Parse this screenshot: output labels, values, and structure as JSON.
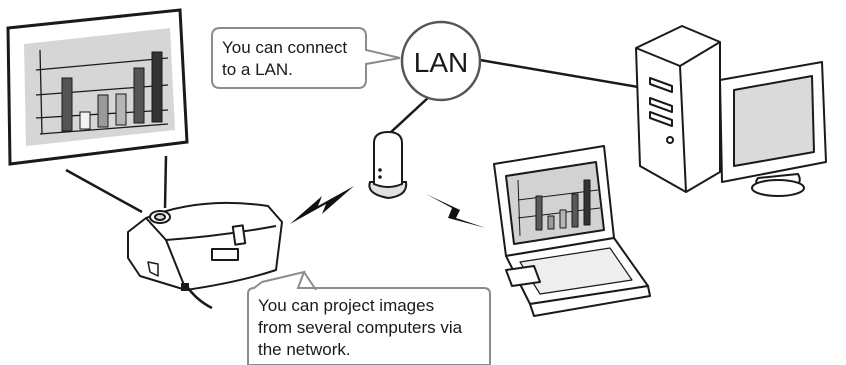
{
  "callouts": {
    "lan": {
      "lines": [
        "You can connect",
        "to a LAN."
      ]
    },
    "projector": {
      "lines": [
        "You can project images",
        "from several computers via",
        "the network."
      ]
    }
  },
  "hub": {
    "label": "LAN"
  },
  "icons": {
    "screen": "projection-screen-icon",
    "projector": "projector-icon",
    "access_point": "wireless-access-point-icon",
    "laptop": "laptop-icon",
    "desktop": "desktop-computer-icon",
    "wireless": "lightning-bolt-icon"
  },
  "colors": {
    "line": "#1a1a1a",
    "screen_fill": "#d6d6d6",
    "bar_dark": "#555555",
    "bar_mid": "#8a8a8a",
    "bar_light": "#c4c4c4",
    "callout_border": "#8c8c8c"
  }
}
